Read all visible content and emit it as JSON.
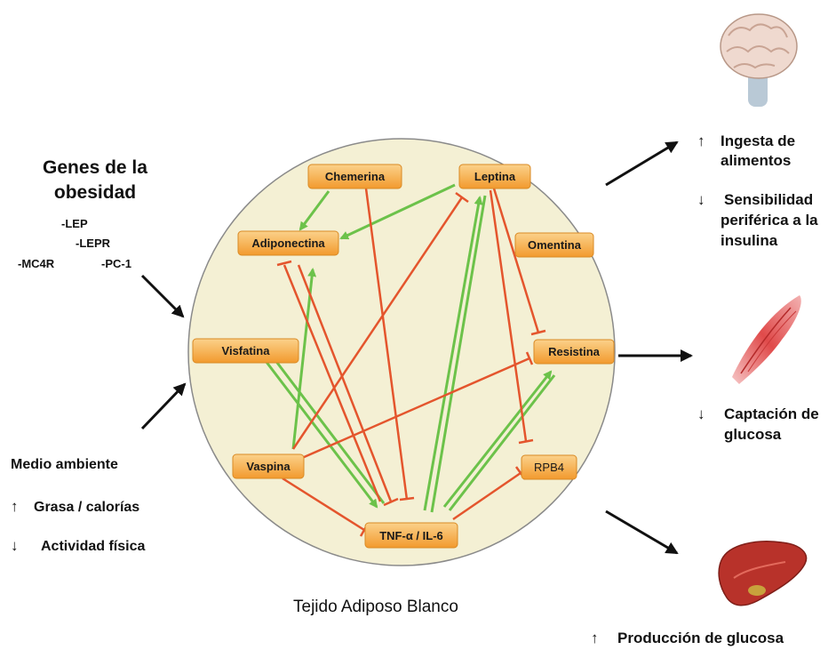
{
  "genes": {
    "title_line1": "Genes de la",
    "title_line2": "obesidad",
    "items": [
      "-LEP",
      "-LEPR",
      "-MC4R",
      "-PC-1"
    ]
  },
  "environment": {
    "title": "Medio ambiente",
    "items": [
      {
        "arrow": "↑",
        "text": "Grasa / calorías"
      },
      {
        "arrow": "↓",
        "text": "Actividad física"
      }
    ]
  },
  "nodes": {
    "chemerina": "Chemerina",
    "leptina": "Leptina",
    "adiponectina": "Adiponectina",
    "omentina": "Omentina",
    "visfatina": "Visfatina",
    "resistina": "Resistina",
    "vaspina": "Vaspina",
    "rpb4": "RPB4",
    "tnf": "TNF-α / IL-6"
  },
  "effects": {
    "brain": [
      {
        "arrow": "↑",
        "lines": [
          "Ingesta de",
          "alimentos"
        ]
      },
      {
        "arrow": "↓",
        "lines": [
          "Sensibilidad",
          "periférica a la",
          "insulina"
        ]
      }
    ],
    "muscle": {
      "arrow": "↓",
      "lines": [
        "Captación de",
        "glucosa"
      ]
    },
    "liver": {
      "arrow": "↑",
      "text": "Producción de glucosa"
    }
  },
  "caption": "Tejido Adiposo Blanco",
  "icons": [
    "brain-icon",
    "muscle-icon",
    "liver-icon"
  ],
  "colors": {
    "circle_fill": "#f4f0d4",
    "node_fill": "#f7b34a",
    "activation": "#6cc24a",
    "inhibition": "#e4552d"
  }
}
